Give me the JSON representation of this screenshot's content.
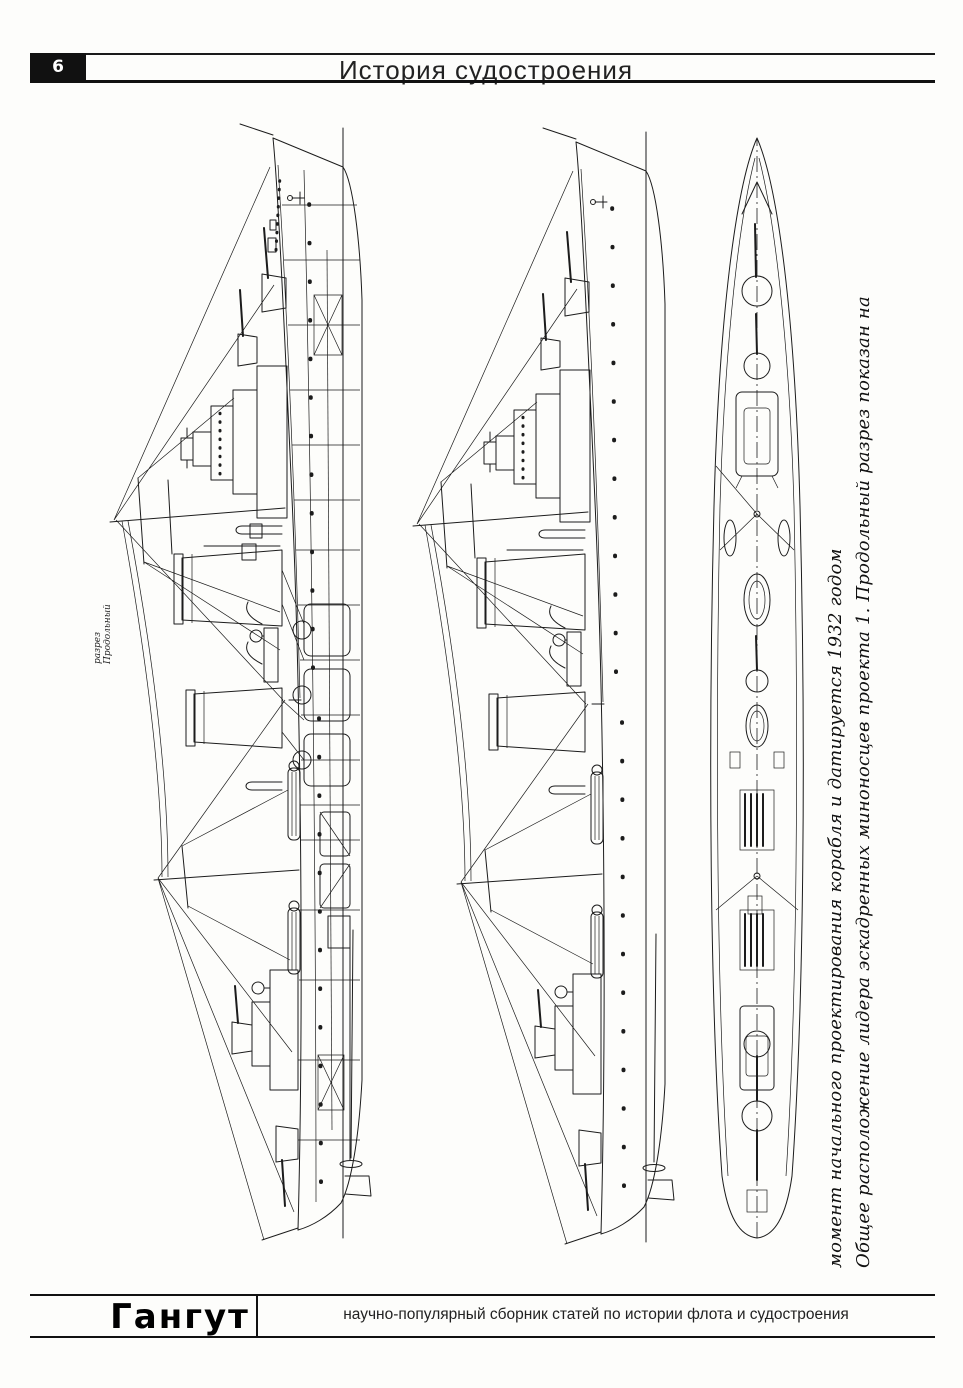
{
  "page": {
    "number": "6",
    "title": "История судостроения"
  },
  "figure": {
    "caption": "Общее расположение лидера эскадренных миноносцев проекта 1. Продольный разрез показан на момент начального проектирования корабля и датируется 1932 годом",
    "inline_label": "Продольный разрез",
    "views": [
      {
        "name": "longitudinal-section"
      },
      {
        "name": "outboard-profile"
      },
      {
        "name": "deck-plan"
      }
    ],
    "ink_color": "#1c1c1c"
  },
  "footer": {
    "logo": "Гангут",
    "subtitle": "научно-популярный сборник статей по истории флота и судостроения"
  }
}
